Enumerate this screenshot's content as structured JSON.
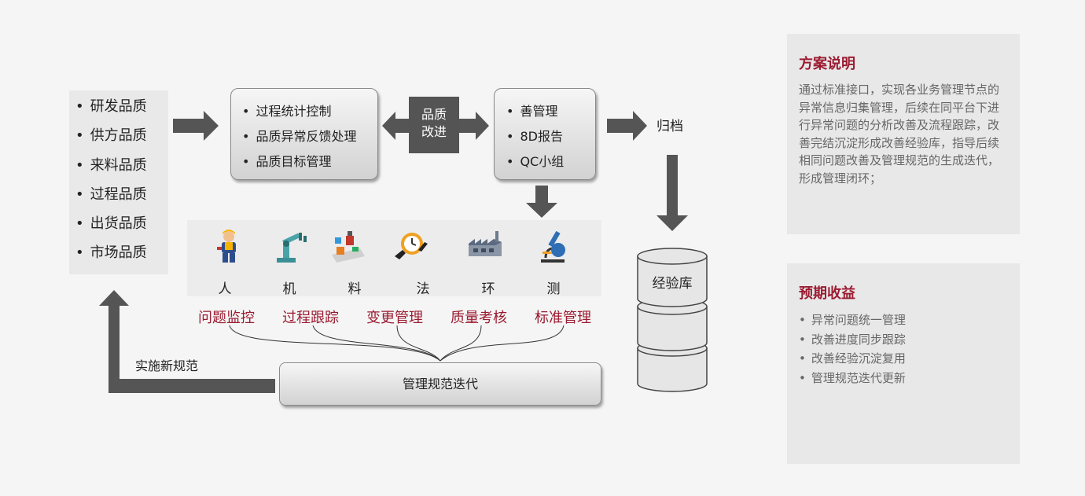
{
  "sources": {
    "items": [
      "研发品质",
      "供方品质",
      "来料品质",
      "过程品质",
      "出货品质",
      "市场品质"
    ]
  },
  "process": {
    "items": [
      "过程统计控制",
      "品质异常反馈处理",
      "品质目标管理"
    ]
  },
  "quality_improve": {
    "line1": "品质",
    "line2": "改进"
  },
  "improve": {
    "items": [
      "善管理",
      "8D报告",
      "QC小组"
    ]
  },
  "archive_label": "归档",
  "factors": {
    "items": [
      {
        "label": "人",
        "icon": "worker-icon"
      },
      {
        "label": "机",
        "icon": "robot-arm-icon"
      },
      {
        "label": "料",
        "icon": "materials-icon"
      },
      {
        "label": "法",
        "icon": "gear-clock-icon"
      },
      {
        "label": "环",
        "icon": "factory-icon"
      },
      {
        "label": "测",
        "icon": "microscope-icon"
      }
    ]
  },
  "tasks": {
    "items": [
      "问题监控",
      "过程跟踪",
      "变更管理",
      "质量考核",
      "标准管理"
    ]
  },
  "iterate_label": "管理规范迭代",
  "new_spec_label": "实施新规范",
  "database_label": "经验库",
  "plan": {
    "title": "方案说明",
    "text": "通过标准接口，实现各业务管理节点的异常信息归集管理，后续在同平台下进行异常问题的分析改善及流程跟踪，改善完结沉淀形成改善经验库，指导后续相同问题改善及管理规范的生成迭代，形成管理闭环；"
  },
  "benefit": {
    "title": "预期收益",
    "items": [
      "异常问题统一管理",
      "改善进度同步跟踪",
      "改善经验沉淀复用",
      "管理规范迭代更新"
    ]
  },
  "colors": {
    "accent": "#9b1b31",
    "arrow": "#555555",
    "panel": "#e8e8e8"
  }
}
